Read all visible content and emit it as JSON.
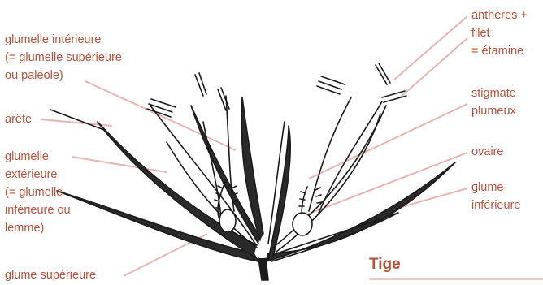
{
  "colors": {
    "label": "#b4533d",
    "leader": "#e8b4b0",
    "ink": "#1a1a1a",
    "rule": "#f1c7c2"
  },
  "labels_left": {
    "glumelle_interieure": [
      "glumelle intérieure",
      "(= glumelle supérieure",
      "ou paléole)"
    ],
    "arete": [
      "arête"
    ],
    "glumelle_exterieure": [
      "glumelle",
      "extérieure",
      "(= glumelle",
      "inférieure ou",
      "lemme)"
    ],
    "glume_superieure": [
      "glume supérieure"
    ]
  },
  "labels_right": {
    "antheres": [
      "anthères +",
      "filet",
      "= étamine"
    ],
    "stigmate": [
      "stigmate",
      "plumeux"
    ],
    "ovaire": [
      "ovaire"
    ],
    "glume_inferieure": [
      "glume",
      "inférieure"
    ]
  },
  "section_heading": "Tige"
}
